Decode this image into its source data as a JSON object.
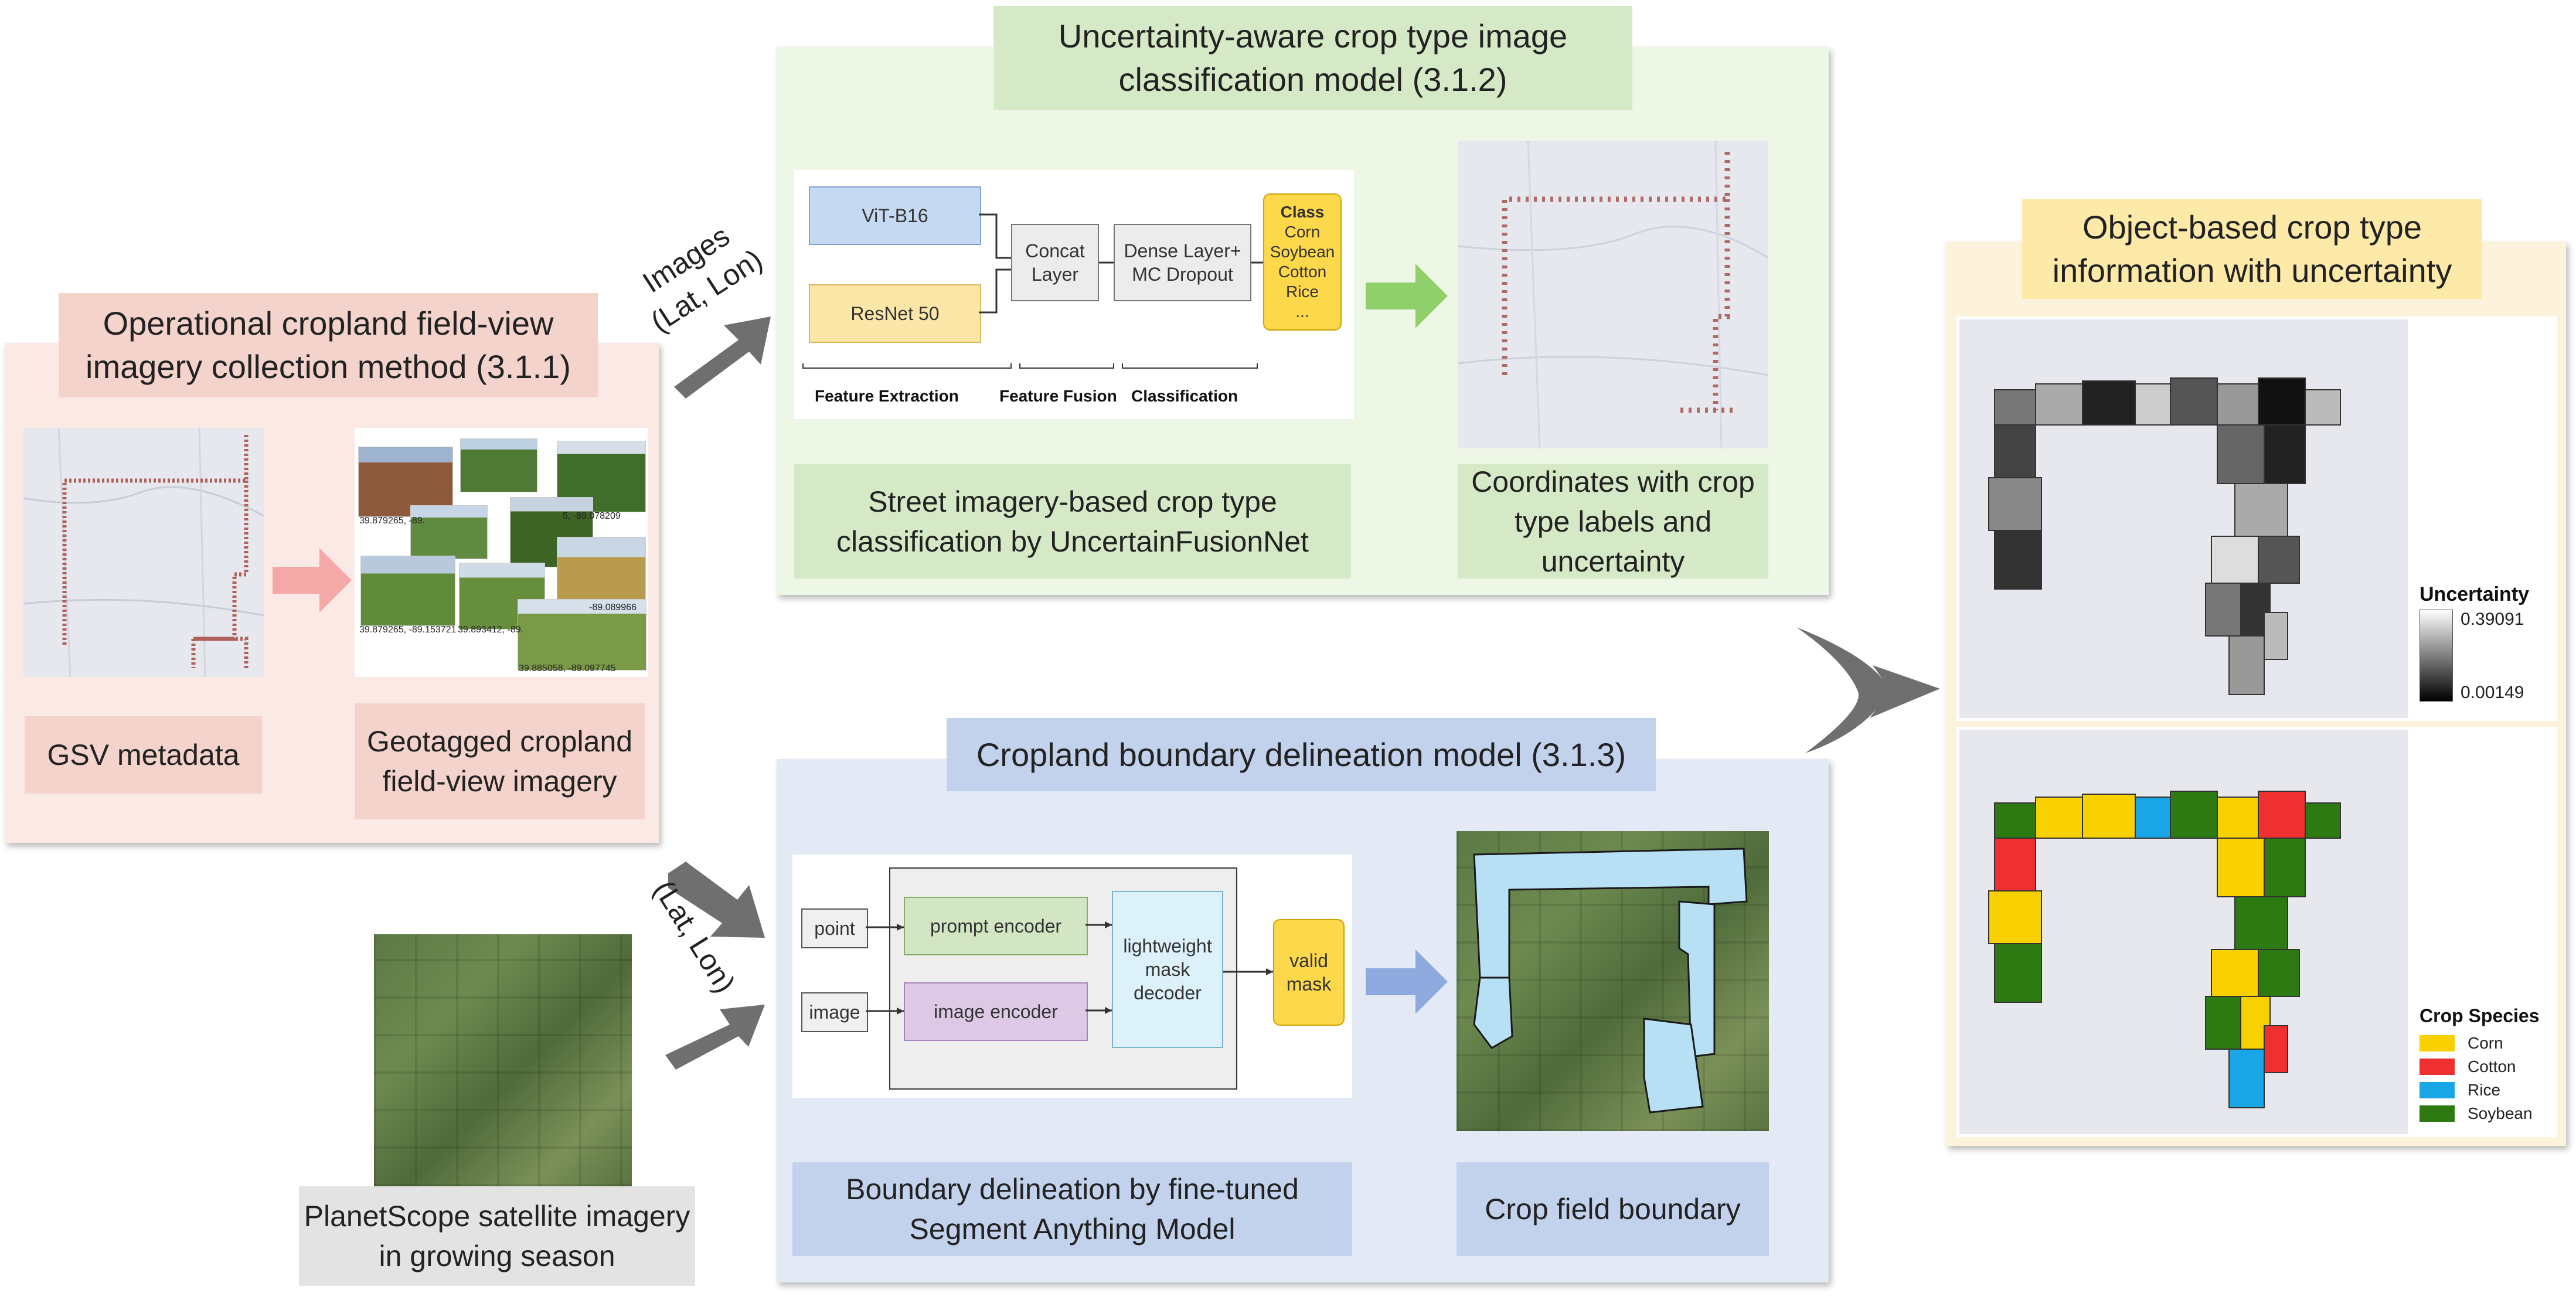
{
  "collection": {
    "title": "Operational cropland field-view imagery collection method (3.1.1)",
    "gsv_label": "GSV metadata",
    "geotag_label": "Geotagged cropland field-view imagery",
    "photo_captions": [
      "39.879265, -89.",
      "39.879265, -89.153721",
      "39.893412, -89.",
      "39.885058, -89.097745",
      "5, -89.078209",
      "-89.089966"
    ]
  },
  "classification": {
    "title": "Uncertainty-aware crop type image classification model (3.1.2)",
    "vit": "ViT-B16",
    "resnet": "ResNet 50",
    "concat": "Concat Layer",
    "dense": "Dense Layer+ MC Dropout",
    "class_heading": "Class",
    "class_items": [
      "Corn",
      "Soybean",
      "Cotton",
      "Rice",
      "..."
    ],
    "stage_feature": "Feature Extraction",
    "stage_fusion": "Feature Fusion",
    "stage_classify": "Classification",
    "method_label": "Street imagery-based crop type classification by UncertainFusionNet",
    "output_label": "Coordinates with crop type labels and uncertainty"
  },
  "arrow_labels": {
    "images": "Images (Lat, Lon)",
    "latlon": "(Lat, Lon)"
  },
  "boundary": {
    "title": "Cropland boundary delineation model (3.1.3)",
    "point": "point",
    "image": "image",
    "prompt_encoder": "prompt encoder",
    "image_encoder": "image encoder",
    "decoder": "lightweight mask decoder",
    "valid_mask": "valid mask",
    "method_label": "Boundary delineation by fine-tuned Segment Anything Model",
    "output_label": "Crop field boundary"
  },
  "satellite": {
    "label": "PlanetScope satellite imagery in growing season"
  },
  "result": {
    "title": "Object-based crop type information with uncertainty",
    "uncertainty_title": "Uncertainty",
    "uncertainty_max": "0.39091",
    "uncertainty_min": "0.00149",
    "species_title": "Crop Species",
    "species": [
      {
        "name": "Corn",
        "color": "#f9d000"
      },
      {
        "name": "Cotton",
        "color": "#ee3030"
      },
      {
        "name": "Rice",
        "color": "#19a6e6"
      },
      {
        "name": "Soybean",
        "color": "#2d7a12"
      }
    ]
  },
  "colors": {
    "pink_panel": "#fbe9e6",
    "pink_label": "#f3d3cc",
    "green_panel": "#eef6e6",
    "green_label": "#d6e9c6",
    "blue_panel": "#e3eaf6",
    "blue_label": "#c3d2ec",
    "yellow_panel": "#fdf3dc",
    "yellow_label": "#fde9a8",
    "grey_label": "#e3e3e3",
    "arrow_grey": "#6f6f6f",
    "arrow_pink": "#f4a8a8",
    "arrow_green": "#8fd06a",
    "arrow_blue": "#8eaadf"
  }
}
